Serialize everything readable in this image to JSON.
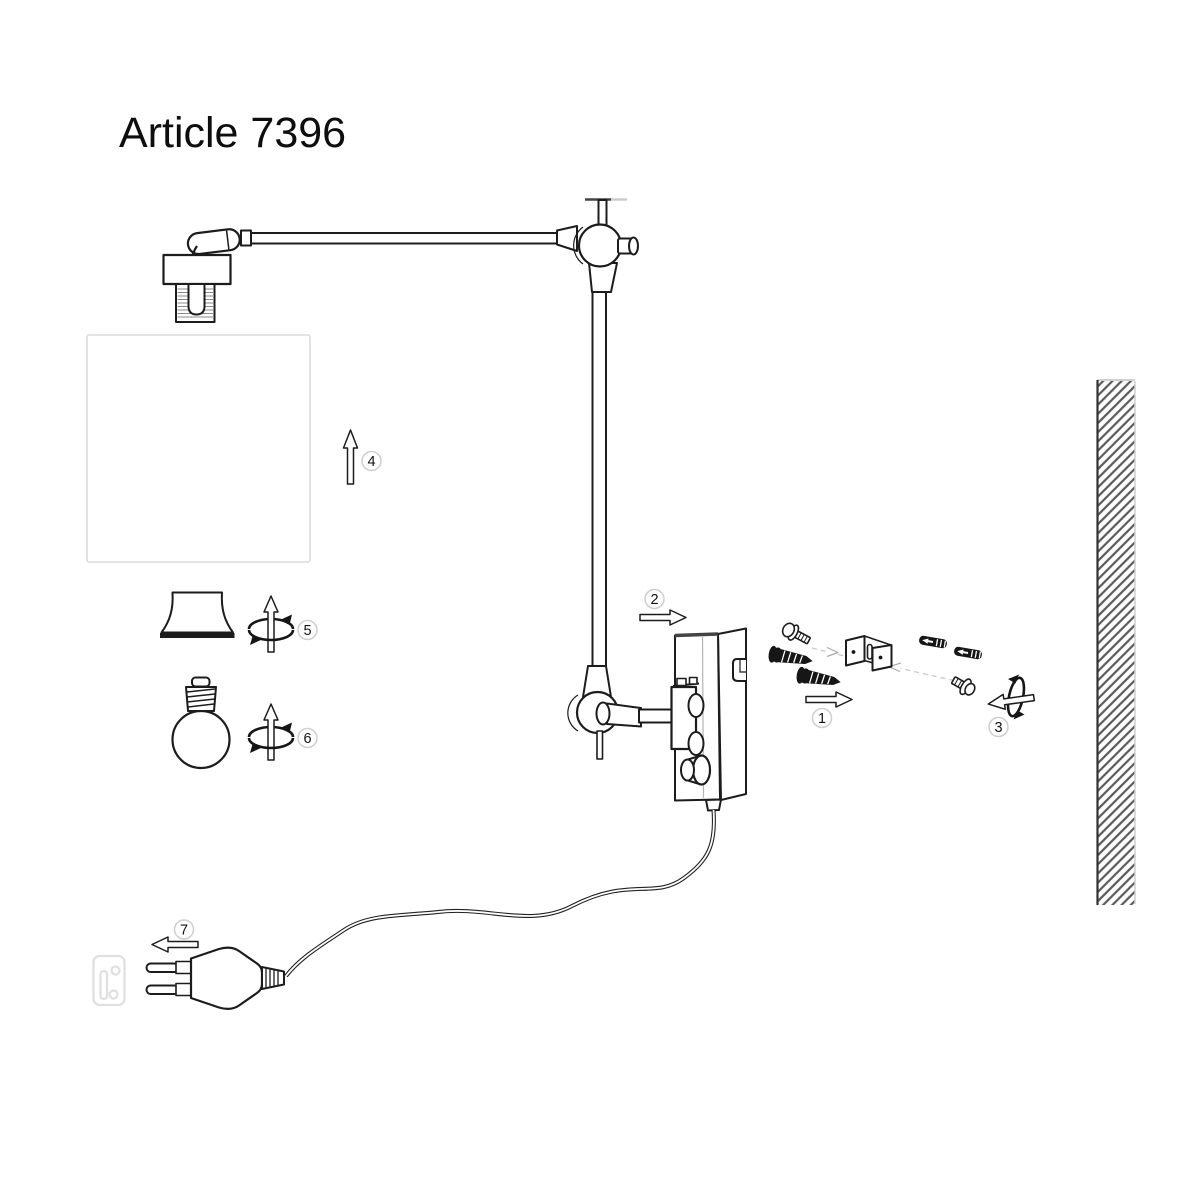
{
  "page": {
    "title": "Article 7396",
    "background": "#ffffff",
    "line_color": "#1c1c1c",
    "muted_line_color": "#d9d9d9",
    "hatch_color": "#5a5a5a"
  },
  "steps": [
    {
      "label": "1"
    },
    {
      "label": "2"
    },
    {
      "label": "3"
    },
    {
      "label": "4"
    },
    {
      "label": "5"
    },
    {
      "label": "6"
    },
    {
      "label": "7"
    }
  ]
}
